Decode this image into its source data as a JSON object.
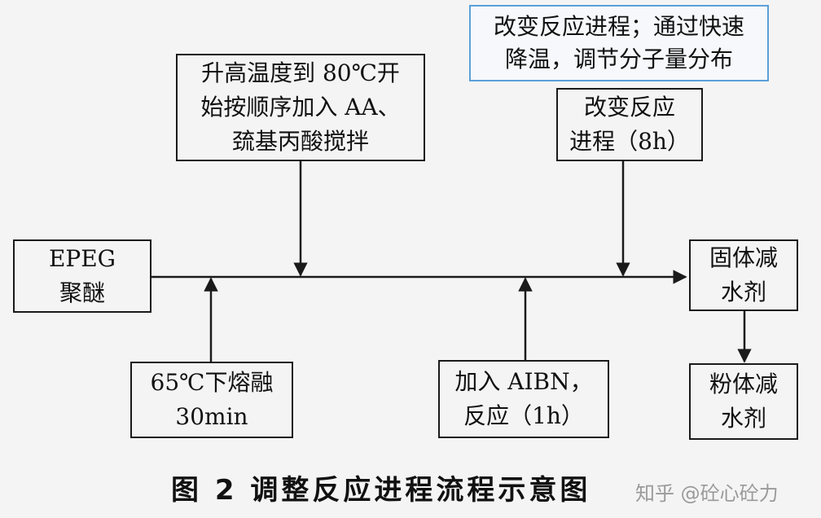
{
  "nodes": {
    "epeg": "EPEG\n聚醚",
    "melt": "65℃下熔融\n30min",
    "heat": "升高温度到 80℃开\n始按顺序加入 AA、\n巯基丙酸搅拌",
    "aibn": "加入 AIBN，\n反应（1h）",
    "change": "改变反应\n进程（8h）",
    "solid": "固体减\n水剂",
    "powder": "粉体减\n水剂"
  },
  "note": "改变反应进程；通过快速\n降温，调节分子量分布",
  "caption": "图 2  调整反应进程流程示意图",
  "watermark": "知乎 @砼心砼力",
  "colors": {
    "line": "#1a1a1a",
    "note_border": "#5aa0d8",
    "background": "#f4f4f4"
  }
}
